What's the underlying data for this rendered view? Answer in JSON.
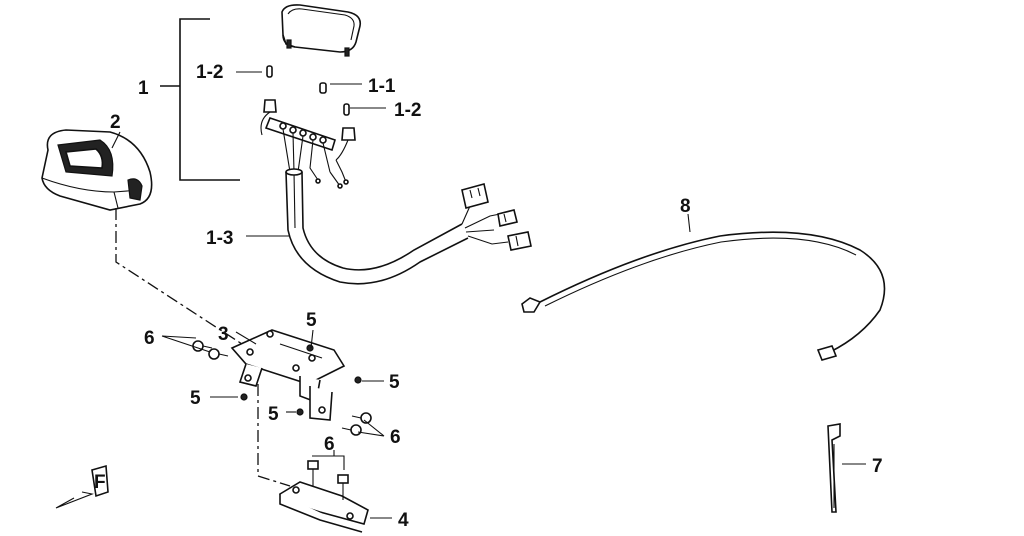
{
  "callouts": {
    "c1": "1",
    "c1_1": "1-1",
    "c1_2a": "1-2",
    "c1_2b": "1-2",
    "c1_3": "1-3",
    "c2": "2",
    "c3": "3",
    "c4": "4",
    "c5a": "5",
    "c5b": "5",
    "c5c": "5",
    "c5d": "5",
    "c6a": "6",
    "c6b": "6",
    "c6c": "6",
    "c7": "7",
    "c8": "8"
  },
  "direction_marker": "F",
  "colors": {
    "line": "#111111",
    "background": "#ffffff"
  }
}
